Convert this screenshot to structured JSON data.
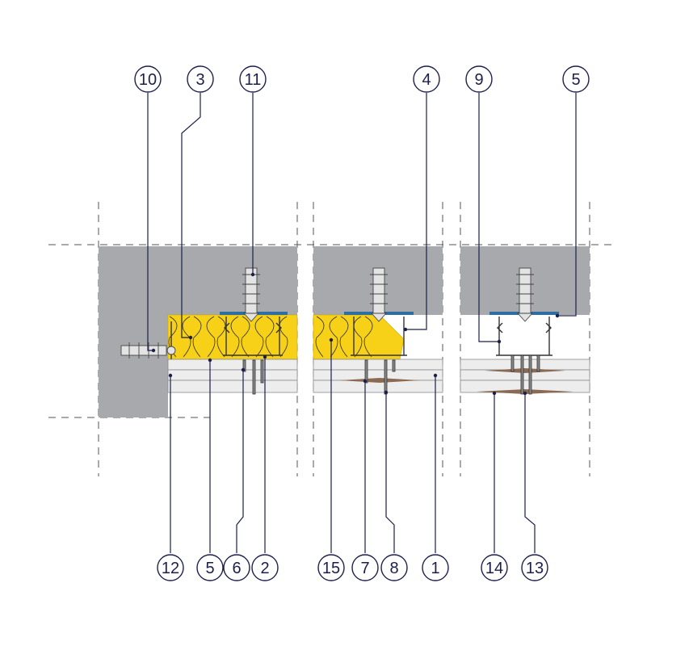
{
  "callouts_top": [
    {
      "id": "callout-10",
      "label": "10"
    },
    {
      "id": "callout-3",
      "label": "3"
    },
    {
      "id": "callout-11",
      "label": "11"
    },
    {
      "id": "callout-4",
      "label": "4"
    },
    {
      "id": "callout-9",
      "label": "9"
    },
    {
      "id": "callout-5-top",
      "label": "5"
    }
  ],
  "callouts_bottom": [
    {
      "id": "callout-12",
      "label": "12"
    },
    {
      "id": "callout-5-bottom",
      "label": "5"
    },
    {
      "id": "callout-6",
      "label": "6"
    },
    {
      "id": "callout-2",
      "label": "2"
    },
    {
      "id": "callout-15",
      "label": "15"
    },
    {
      "id": "callout-7",
      "label": "7"
    },
    {
      "id": "callout-8",
      "label": "8"
    },
    {
      "id": "callout-1",
      "label": "1"
    },
    {
      "id": "callout-14",
      "label": "14"
    },
    {
      "id": "callout-13",
      "label": "13"
    }
  ],
  "colors": {
    "concrete": "#a7a9ac",
    "insulation": "#f7d117",
    "board": "#ededed",
    "tape": "#2d6ea3",
    "callout_ink": "#1c1f4a"
  }
}
